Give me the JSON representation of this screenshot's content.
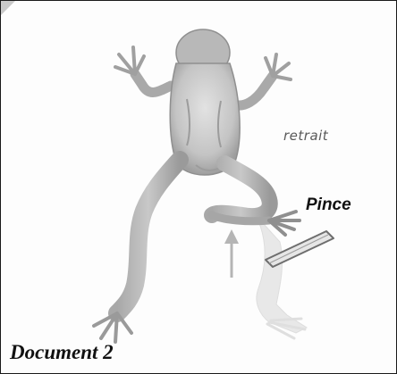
{
  "labels": {
    "withdrawal": "retrait",
    "tweezers": "Pince"
  },
  "caption": "Document 2",
  "colors": {
    "frog_fill": "#c2c2c2",
    "frog_dark": "#8e8e8e",
    "ghost_leg": "#d6d6d6",
    "frame": "#1a1a1a"
  }
}
